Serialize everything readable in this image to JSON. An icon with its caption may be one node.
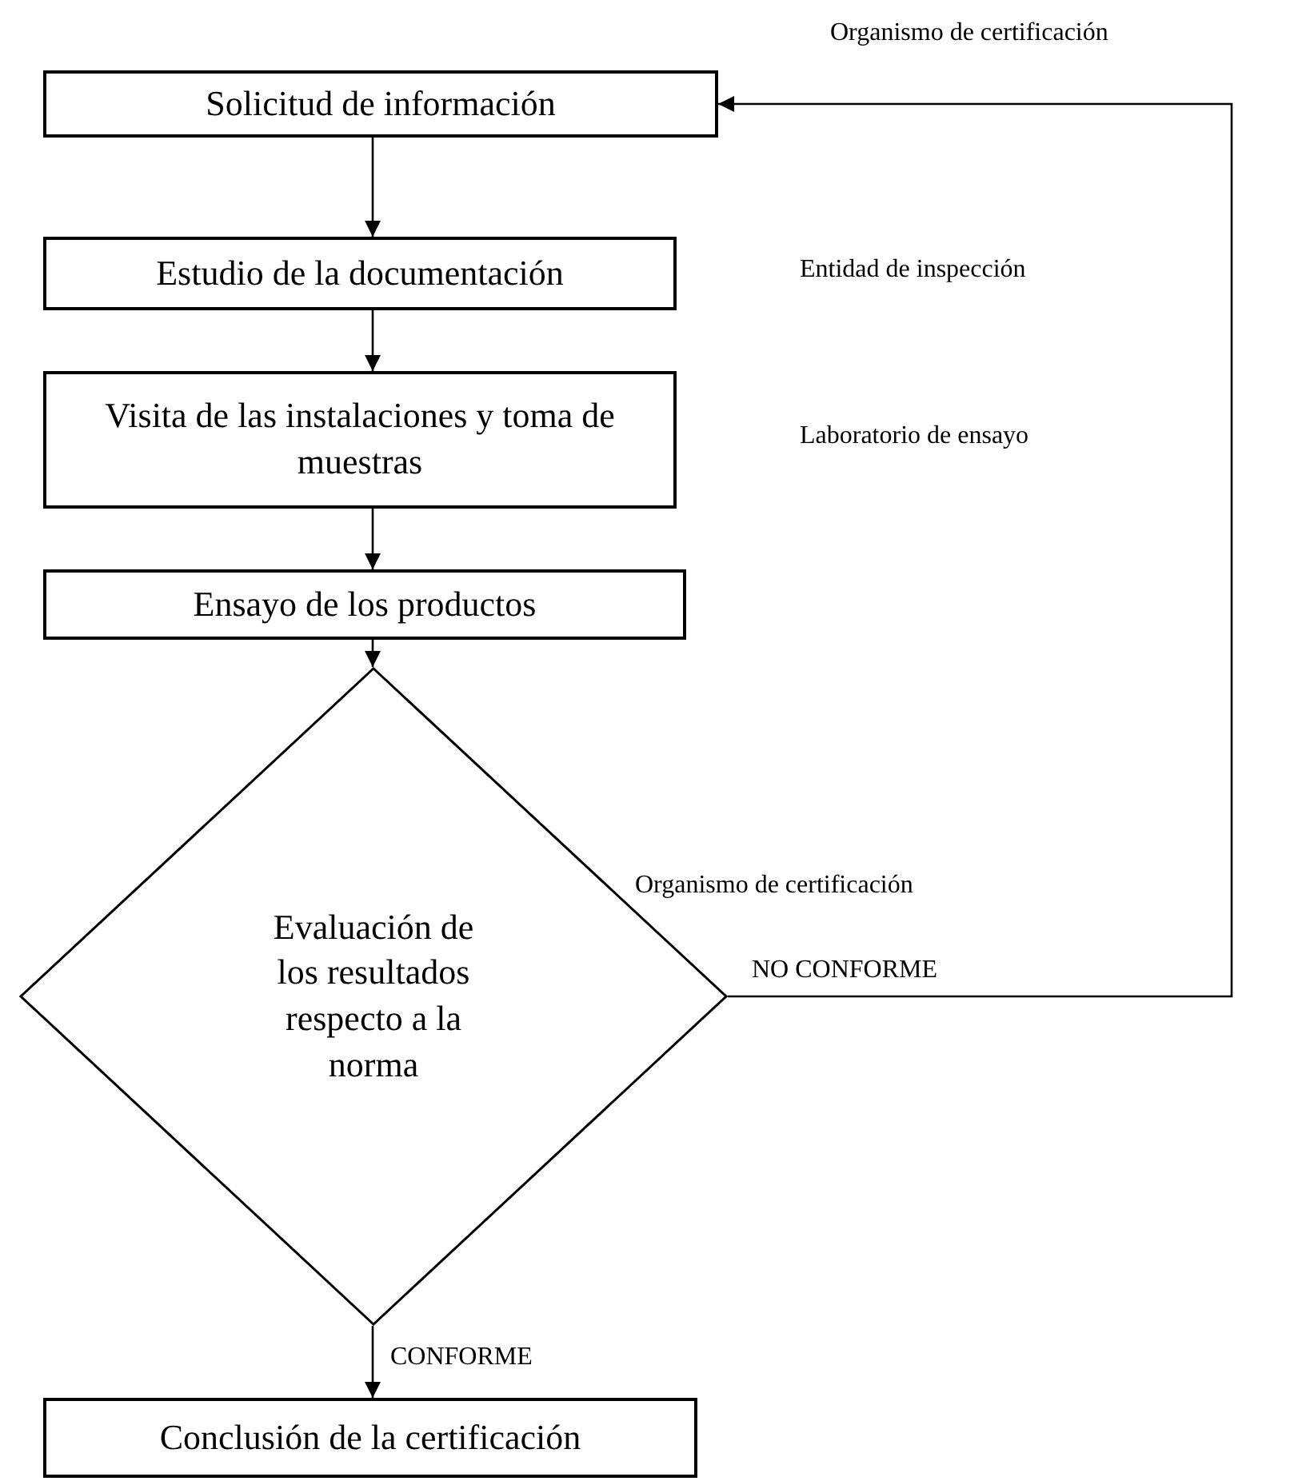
{
  "diagram": {
    "nodes": [
      {
        "text": [
          "Solicitud de información"
        ]
      },
      {
        "text": [
          "Estudio de la documentación"
        ]
      },
      {
        "text": [
          "Visita de las instalaciones y toma de muestras"
        ]
      },
      {
        "text": [
          "Ensayo de los productos"
        ]
      },
      {
        "text": [
          "Evaluación de los resultados respecto a la norma"
        ]
      },
      {
        "text": [
          "Conclusión de la certificación"
        ]
      }
    ],
    "edges": [
      {
        "from": 0,
        "to": 1,
        "arrow": "to"
      },
      {
        "from": 1,
        "to": 2,
        "arrow": "to"
      },
      {
        "from": 2,
        "to": 3,
        "arrow": "to"
      },
      {
        "from": 3,
        "to": 4,
        "arrow": "to"
      },
      {
        "from": 4,
        "to": 5,
        "arrow": "to",
        "label": "CONFORME"
      },
      {
        "from": 4,
        "to": 0,
        "arrow": "to",
        "label": "NO CONFORME"
      }
    ],
    "labels": [
      "Organismo de certificación",
      "Entidad de inspección",
      "Laboratorio de ensayo",
      "Organismo de certificación"
    ]
  }
}
